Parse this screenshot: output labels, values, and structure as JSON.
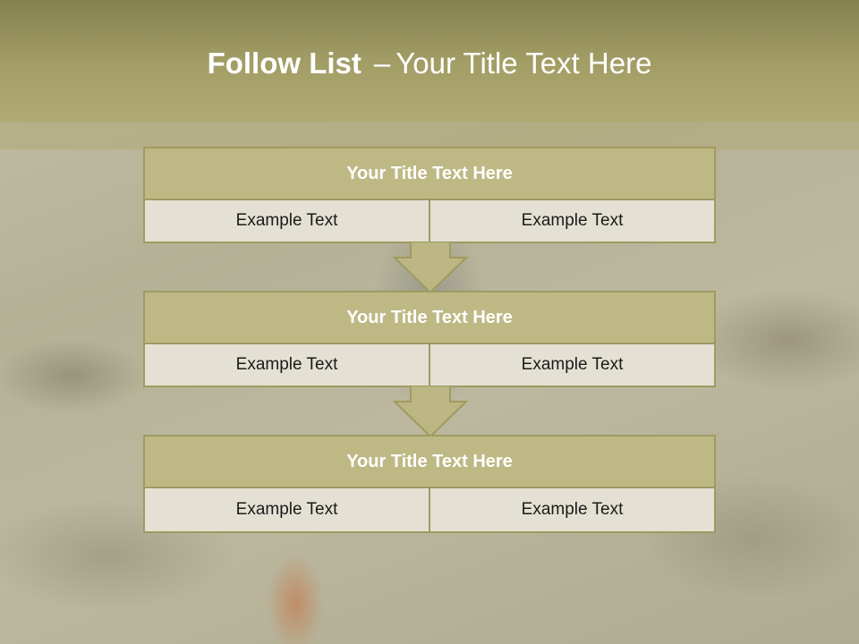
{
  "header": {
    "title_bold": "Follow List",
    "title_sep": "–",
    "title_rest": "Your Title Text Here"
  },
  "boxes": [
    {
      "title": "Your Title Text Here",
      "left": "Example Text",
      "right": "Example Text"
    },
    {
      "title": "Your Title Text Here",
      "left": "Example Text",
      "right": "Example Text"
    },
    {
      "title": "Your Title Text Here",
      "left": "Example Text",
      "right": "Example Text"
    }
  ],
  "colors": {
    "header": "#a29d65",
    "box_title": "#beb885",
    "box_row": "#e4e1d4",
    "border": "#a09a62"
  }
}
